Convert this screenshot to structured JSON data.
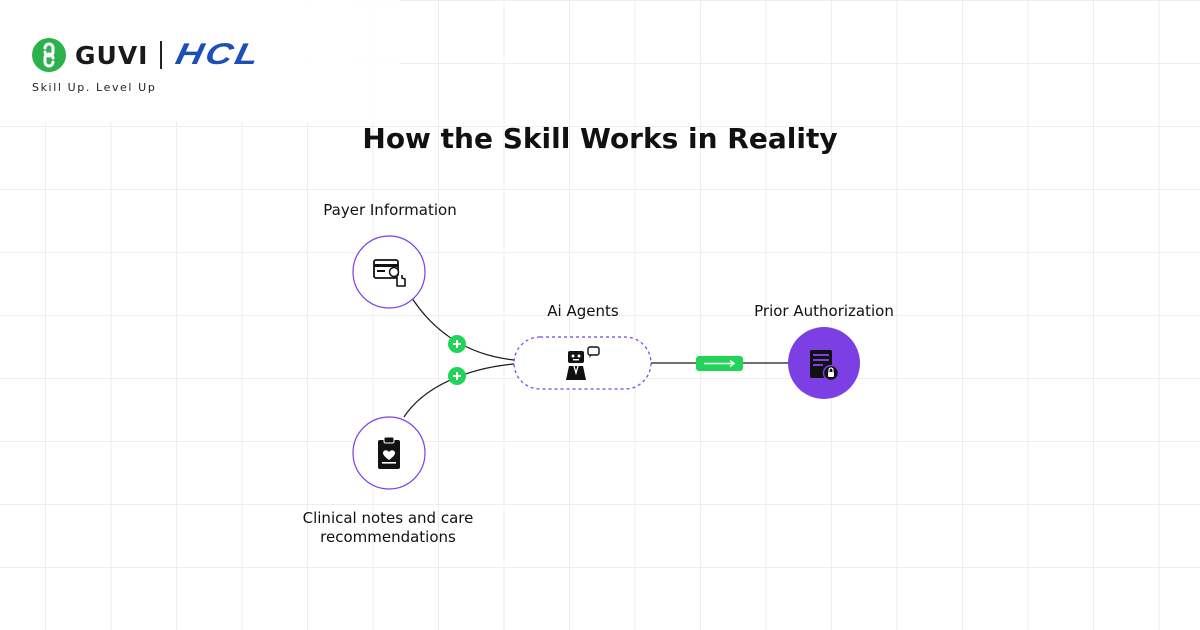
{
  "brand": {
    "guvi": "GUVI",
    "hcl": "HCL",
    "tagline": "Skill Up. Level Up",
    "guvi_color": "#2bb24c",
    "hcl_color": "#1c4fb8"
  },
  "title": "How the Skill Works in Reality",
  "nodes": {
    "payer": {
      "label": "Payer Information",
      "icon": "payer-card-icon"
    },
    "clinical": {
      "label_line1": "Clinical notes and care",
      "label_line2": "recommendations",
      "icon": "clipboard-heart-icon"
    },
    "agents": {
      "label": "Ai Agents",
      "icon": "robot-agent-icon"
    },
    "prior": {
      "label": "Prior Authorization",
      "icon": "document-lock-icon"
    }
  },
  "colors": {
    "accent_purple": "#7b3fe4",
    "connector_green": "#22d35a",
    "line": "#1a1a1a"
  }
}
